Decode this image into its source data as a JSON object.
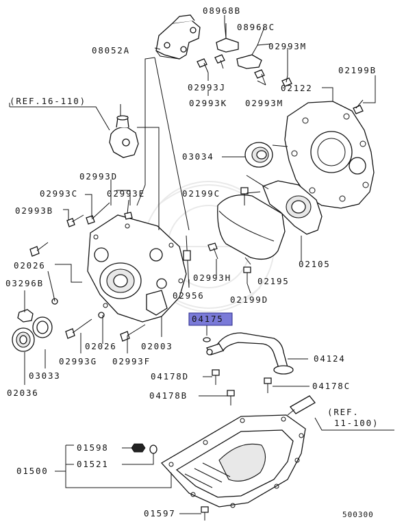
{
  "labels": {
    "p08968B": "08968B",
    "p08968C": "08968C",
    "p08052A": "08052A",
    "p02993M_top": "02993M",
    "p02993J": "02993J",
    "p02993K": "02993K",
    "p02993M_mid": "02993M",
    "p02199B": "02199B",
    "p02122": "02122",
    "ref_16_110": "(REF.16-110)",
    "p03034": "03034",
    "p02993D": "02993D",
    "p02993C": "02993C",
    "p02993E": "02993E",
    "p02993B": "02993B",
    "p02199C": "02199C",
    "p02026_left": "02026",
    "p03296B": "03296B",
    "p02993H": "02993H",
    "p02105": "02105",
    "p02195": "02195",
    "p02956": "02956",
    "p02199D": "02199D",
    "p04175": "04175",
    "p02026_bot": "02026",
    "p02003": "02003",
    "p02993G": "02993G",
    "p02993F": "02993F",
    "p04124": "04124",
    "p03033": "03033",
    "p02036": "02036",
    "p04178D": "04178D",
    "p04178C": "04178C",
    "p04178B": "04178B",
    "ref_11_100_a": "(REF.",
    "ref_11_100_b": "11-100)",
    "p01598": "01598",
    "p01500": "01500",
    "p01521": "01521",
    "p01597": "01597",
    "diagram_code": "500300"
  },
  "highlight": {
    "part": "04175",
    "color": "#7a7ad8",
    "border": "#2a2a8a"
  }
}
